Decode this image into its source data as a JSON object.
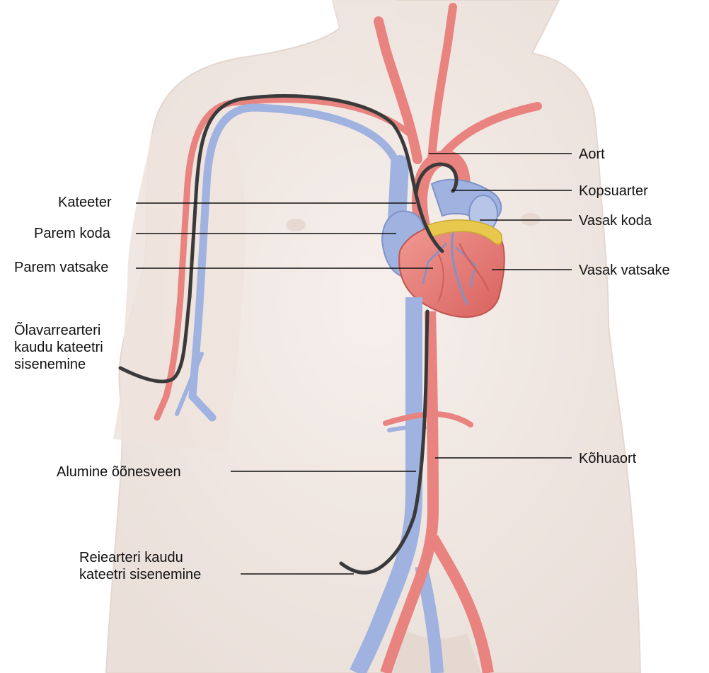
{
  "labels": {
    "aort": "Aort",
    "kopsuarter": "Kopsuarter",
    "vasak_koda": "Vasak koda",
    "vasak_vatsake": "Vasak vatsake",
    "kohuaort": "Kõhuaort",
    "kateeter": "Kateeter",
    "parem_koda": "Parem koda",
    "parem_vatsake": "Parem vatsake",
    "olavarrearteri": "Õlavarrearteri\nkaudu kateetri\nsisenemine",
    "alumine_oonesveen": "Alumine õõnesveen",
    "reiearteri": "Reiearteri kaudu\nkateetri sisenemine"
  },
  "colors": {
    "skin": "#f2e9e4",
    "skin_shadow": "#e3d6cf",
    "artery": "#e8837f",
    "artery_dark": "#cf5f5c",
    "vein": "#9fb2e0",
    "vein_dark": "#7f93c9",
    "catheter": "#3a3a3a",
    "fat": "#e8c94e",
    "leader_line": "#111111"
  },
  "icons": {
    "heart": "heart-illustration",
    "torso": "torso-illustration"
  }
}
